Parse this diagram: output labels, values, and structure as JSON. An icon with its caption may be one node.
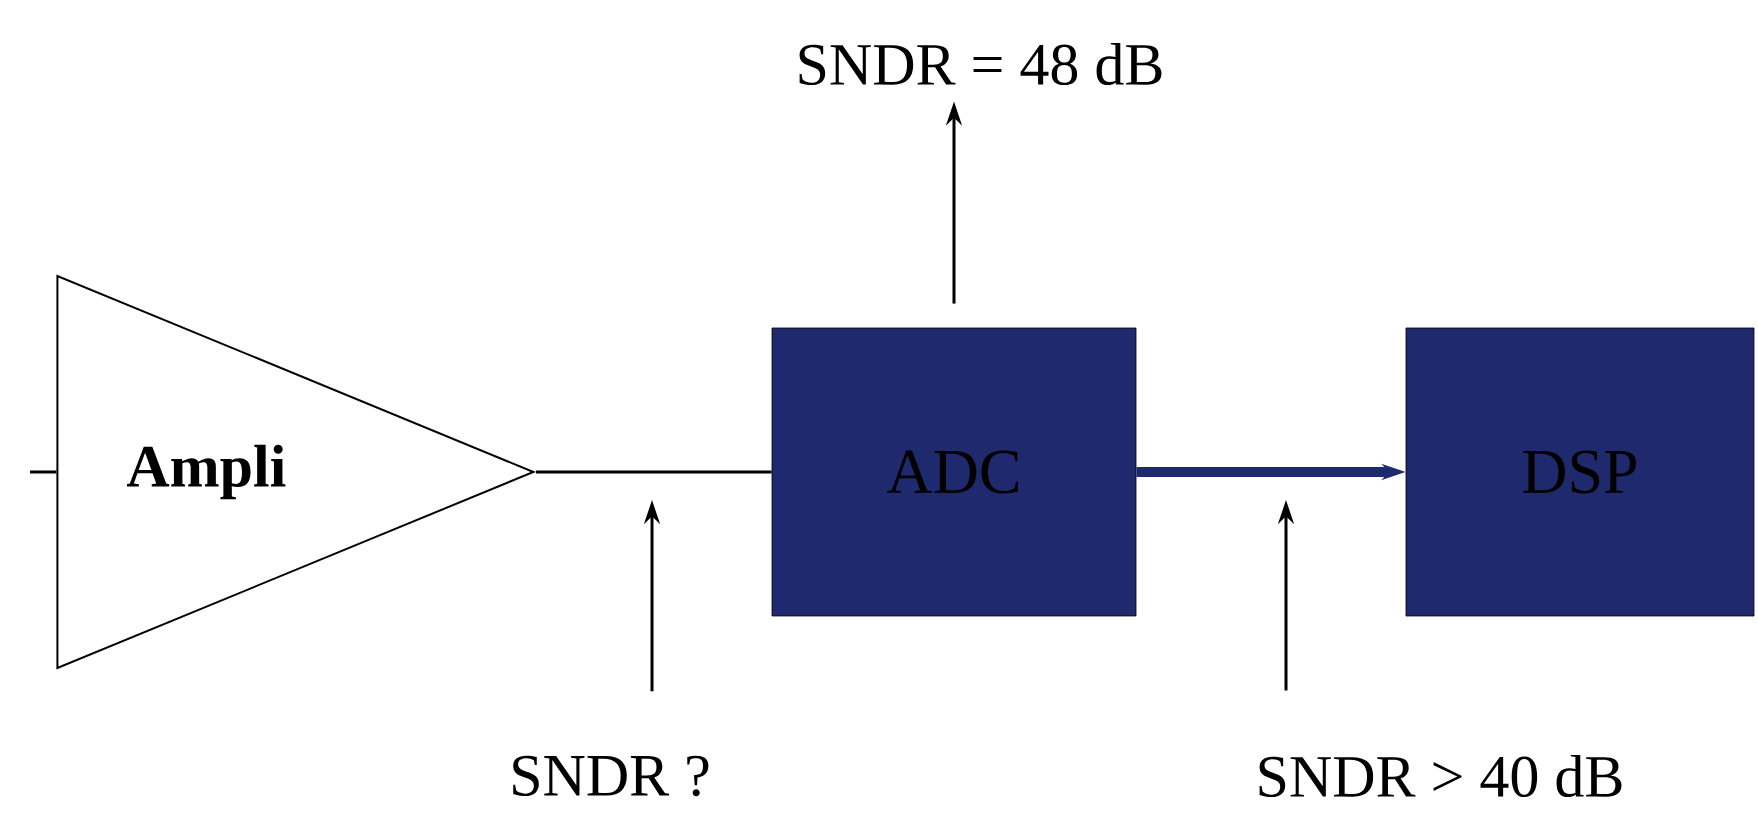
{
  "diagram": {
    "nodes": [
      {
        "text": [
          "Ampli"
        ]
      },
      {
        "text": [
          "ADC"
        ]
      },
      {
        "text": [
          "DSP"
        ]
      },
      {
        "text": [
          "SNDR = 48 dB"
        ]
      },
      {
        "text": [
          "SNDR ?"
        ]
      },
      {
        "text": [
          "SNDR > 40 dB"
        ]
      }
    ],
    "edges": [
      {
        "from": null,
        "to": 0,
        "arrow": "none"
      },
      {
        "from": 0,
        "to": 1,
        "arrow": "none"
      },
      {
        "from": 1,
        "to": 2,
        "arrow": "to",
        "style": "thick",
        "color": "#1f2a6e"
      },
      {
        "from": 1,
        "to": 3,
        "arrow": "to"
      },
      {
        "from": 4,
        "to": null,
        "arrow": "to"
      },
      {
        "from": 5,
        "to": null,
        "arrow": "to"
      }
    ]
  }
}
